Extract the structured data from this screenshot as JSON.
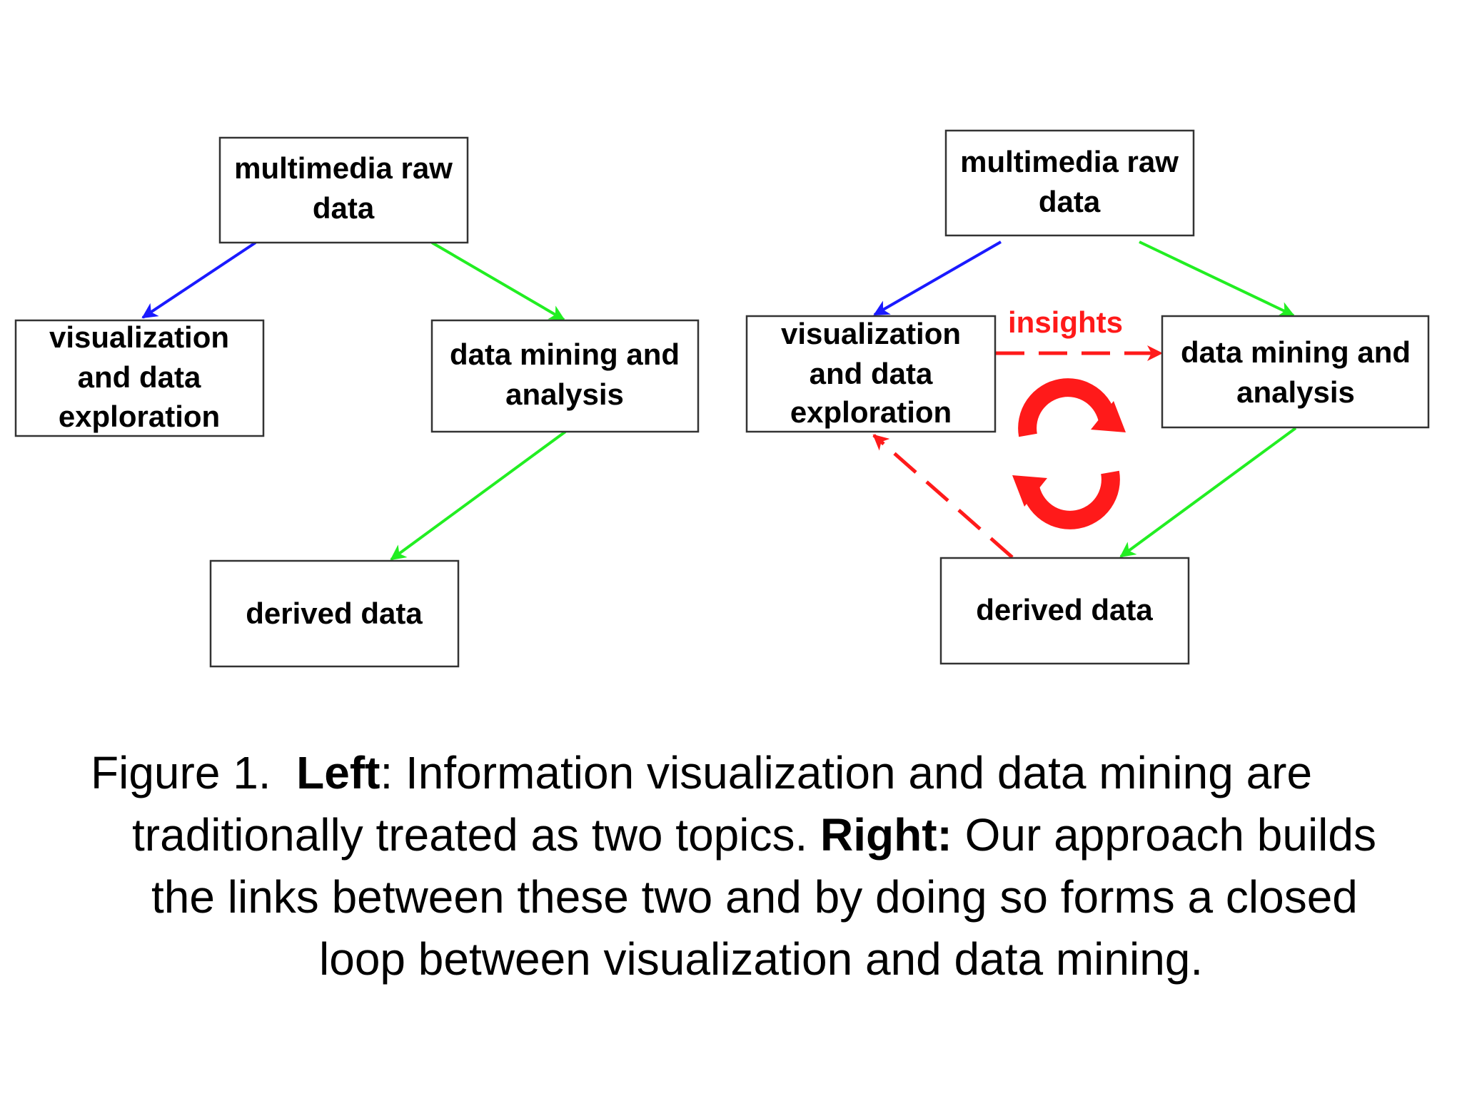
{
  "colors": {
    "blue_arrow": "#1a1aff",
    "green_arrow": "#22ee22",
    "red": "#ff1a1a",
    "box_border": "#333333"
  },
  "left_diagram": {
    "raw": [
      "multimedia raw",
      "data"
    ],
    "vis": [
      "visualization",
      "and data",
      "exploration"
    ],
    "mining": [
      "data mining and",
      "analysis"
    ],
    "derived": [
      "derived data"
    ]
  },
  "right_diagram": {
    "raw": [
      "multimedia raw",
      "data"
    ],
    "vis": [
      "visualization",
      "and data",
      "exploration"
    ],
    "mining": [
      "data mining and",
      "analysis"
    ],
    "derived": [
      "derived data"
    ],
    "insights_label": "insights",
    "loop_icon": "cycle-arrows-icon"
  },
  "caption": {
    "l1_prefix": "Figure 1.  ",
    "l1_bold": "Left",
    "l1_rest": ": Information visualization and data mining are",
    "l2_a": "traditionally treated as two topics. ",
    "l2_bold": "Right:",
    "l2_rest": " Our approach builds",
    "l3": "the links between these two and by doing so forms a closed",
    "l4": "loop between visualization and data mining."
  }
}
